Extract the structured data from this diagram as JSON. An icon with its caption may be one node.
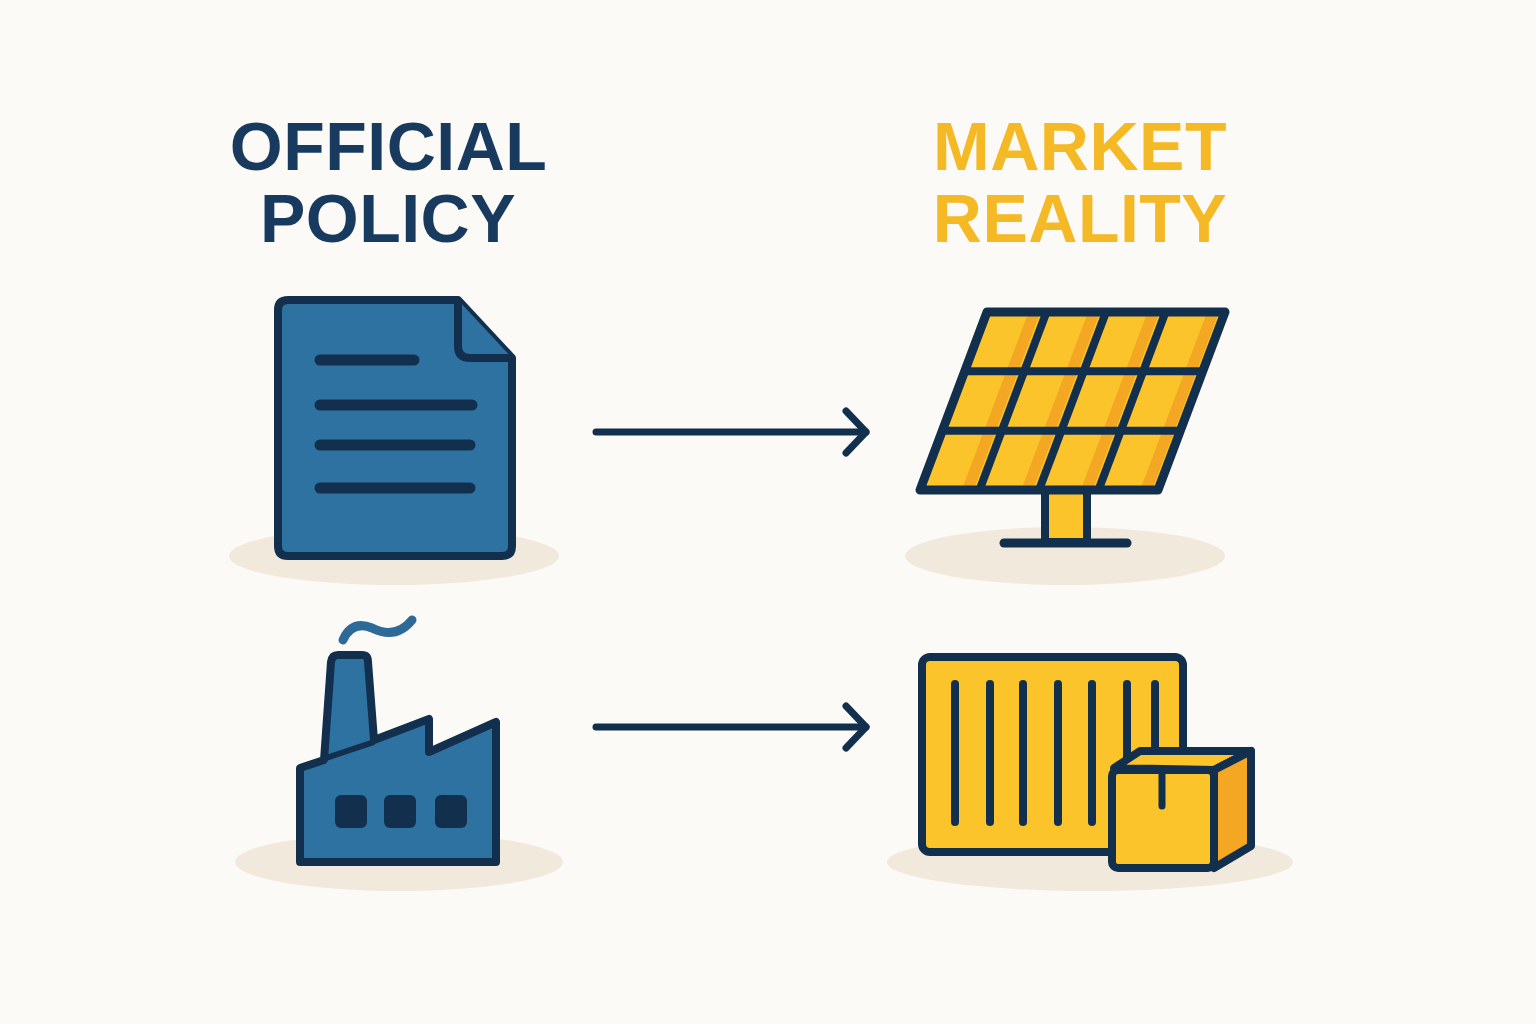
{
  "diagram": {
    "nodes": [
      {
        "text": [],
        "shape": "picture"
      },
      {
        "text": [],
        "shape": "picture"
      },
      {
        "text": [],
        "shape": "picture"
      },
      {
        "text": [],
        "shape": "picture"
      }
    ],
    "edges": [
      {
        "from": 0,
        "to": 1,
        "arrow": "to"
      },
      {
        "from": 2,
        "to": 3,
        "arrow": "to"
      }
    ],
    "labels": [
      "OFFICIAL POLICY",
      "MARKET REALITY"
    ]
  }
}
